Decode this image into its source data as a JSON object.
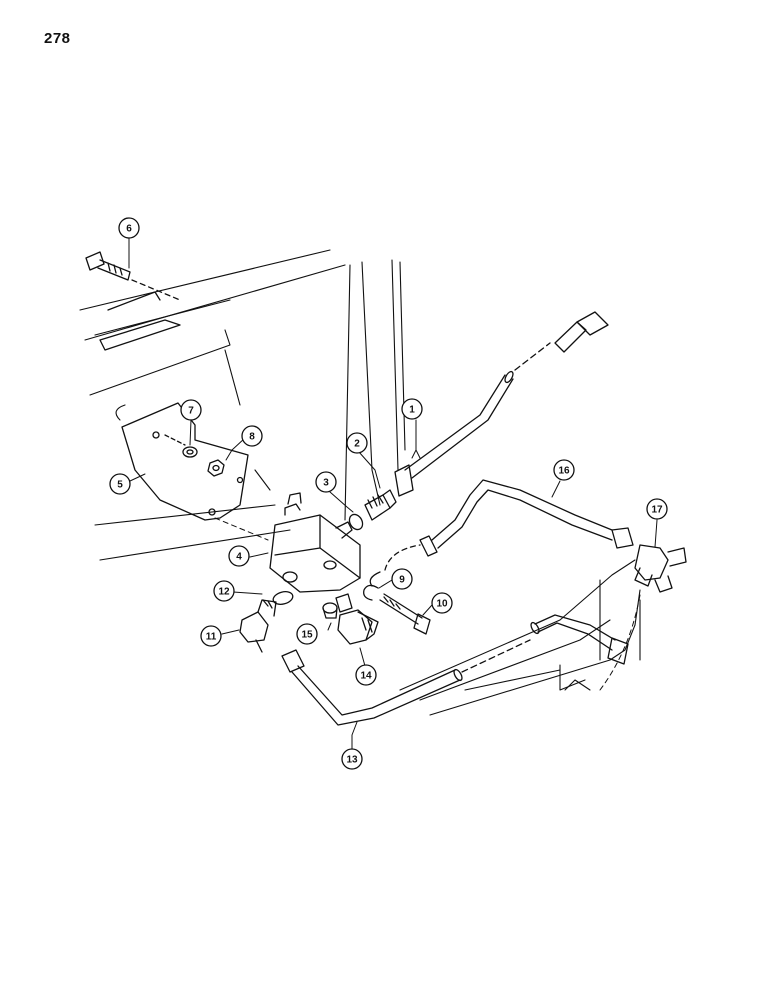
{
  "page": {
    "number": "278"
  },
  "callouts": [
    {
      "id": "c1",
      "label": "1"
    },
    {
      "id": "c2",
      "label": "2"
    },
    {
      "id": "c3",
      "label": "3"
    },
    {
      "id": "c4",
      "label": "4"
    },
    {
      "id": "c5",
      "label": "5"
    },
    {
      "id": "c6",
      "label": "6"
    },
    {
      "id": "c7",
      "label": "7"
    },
    {
      "id": "c8",
      "label": "8"
    },
    {
      "id": "c9",
      "label": "9"
    },
    {
      "id": "c10",
      "label": "10"
    },
    {
      "id": "c11",
      "label": "11"
    },
    {
      "id": "c12",
      "label": "12"
    },
    {
      "id": "c13",
      "label": "13"
    },
    {
      "id": "c14",
      "label": "14"
    },
    {
      "id": "c15",
      "label": "15"
    },
    {
      "id": "c16",
      "label": "16"
    },
    {
      "id": "c17",
      "label": "17"
    }
  ]
}
